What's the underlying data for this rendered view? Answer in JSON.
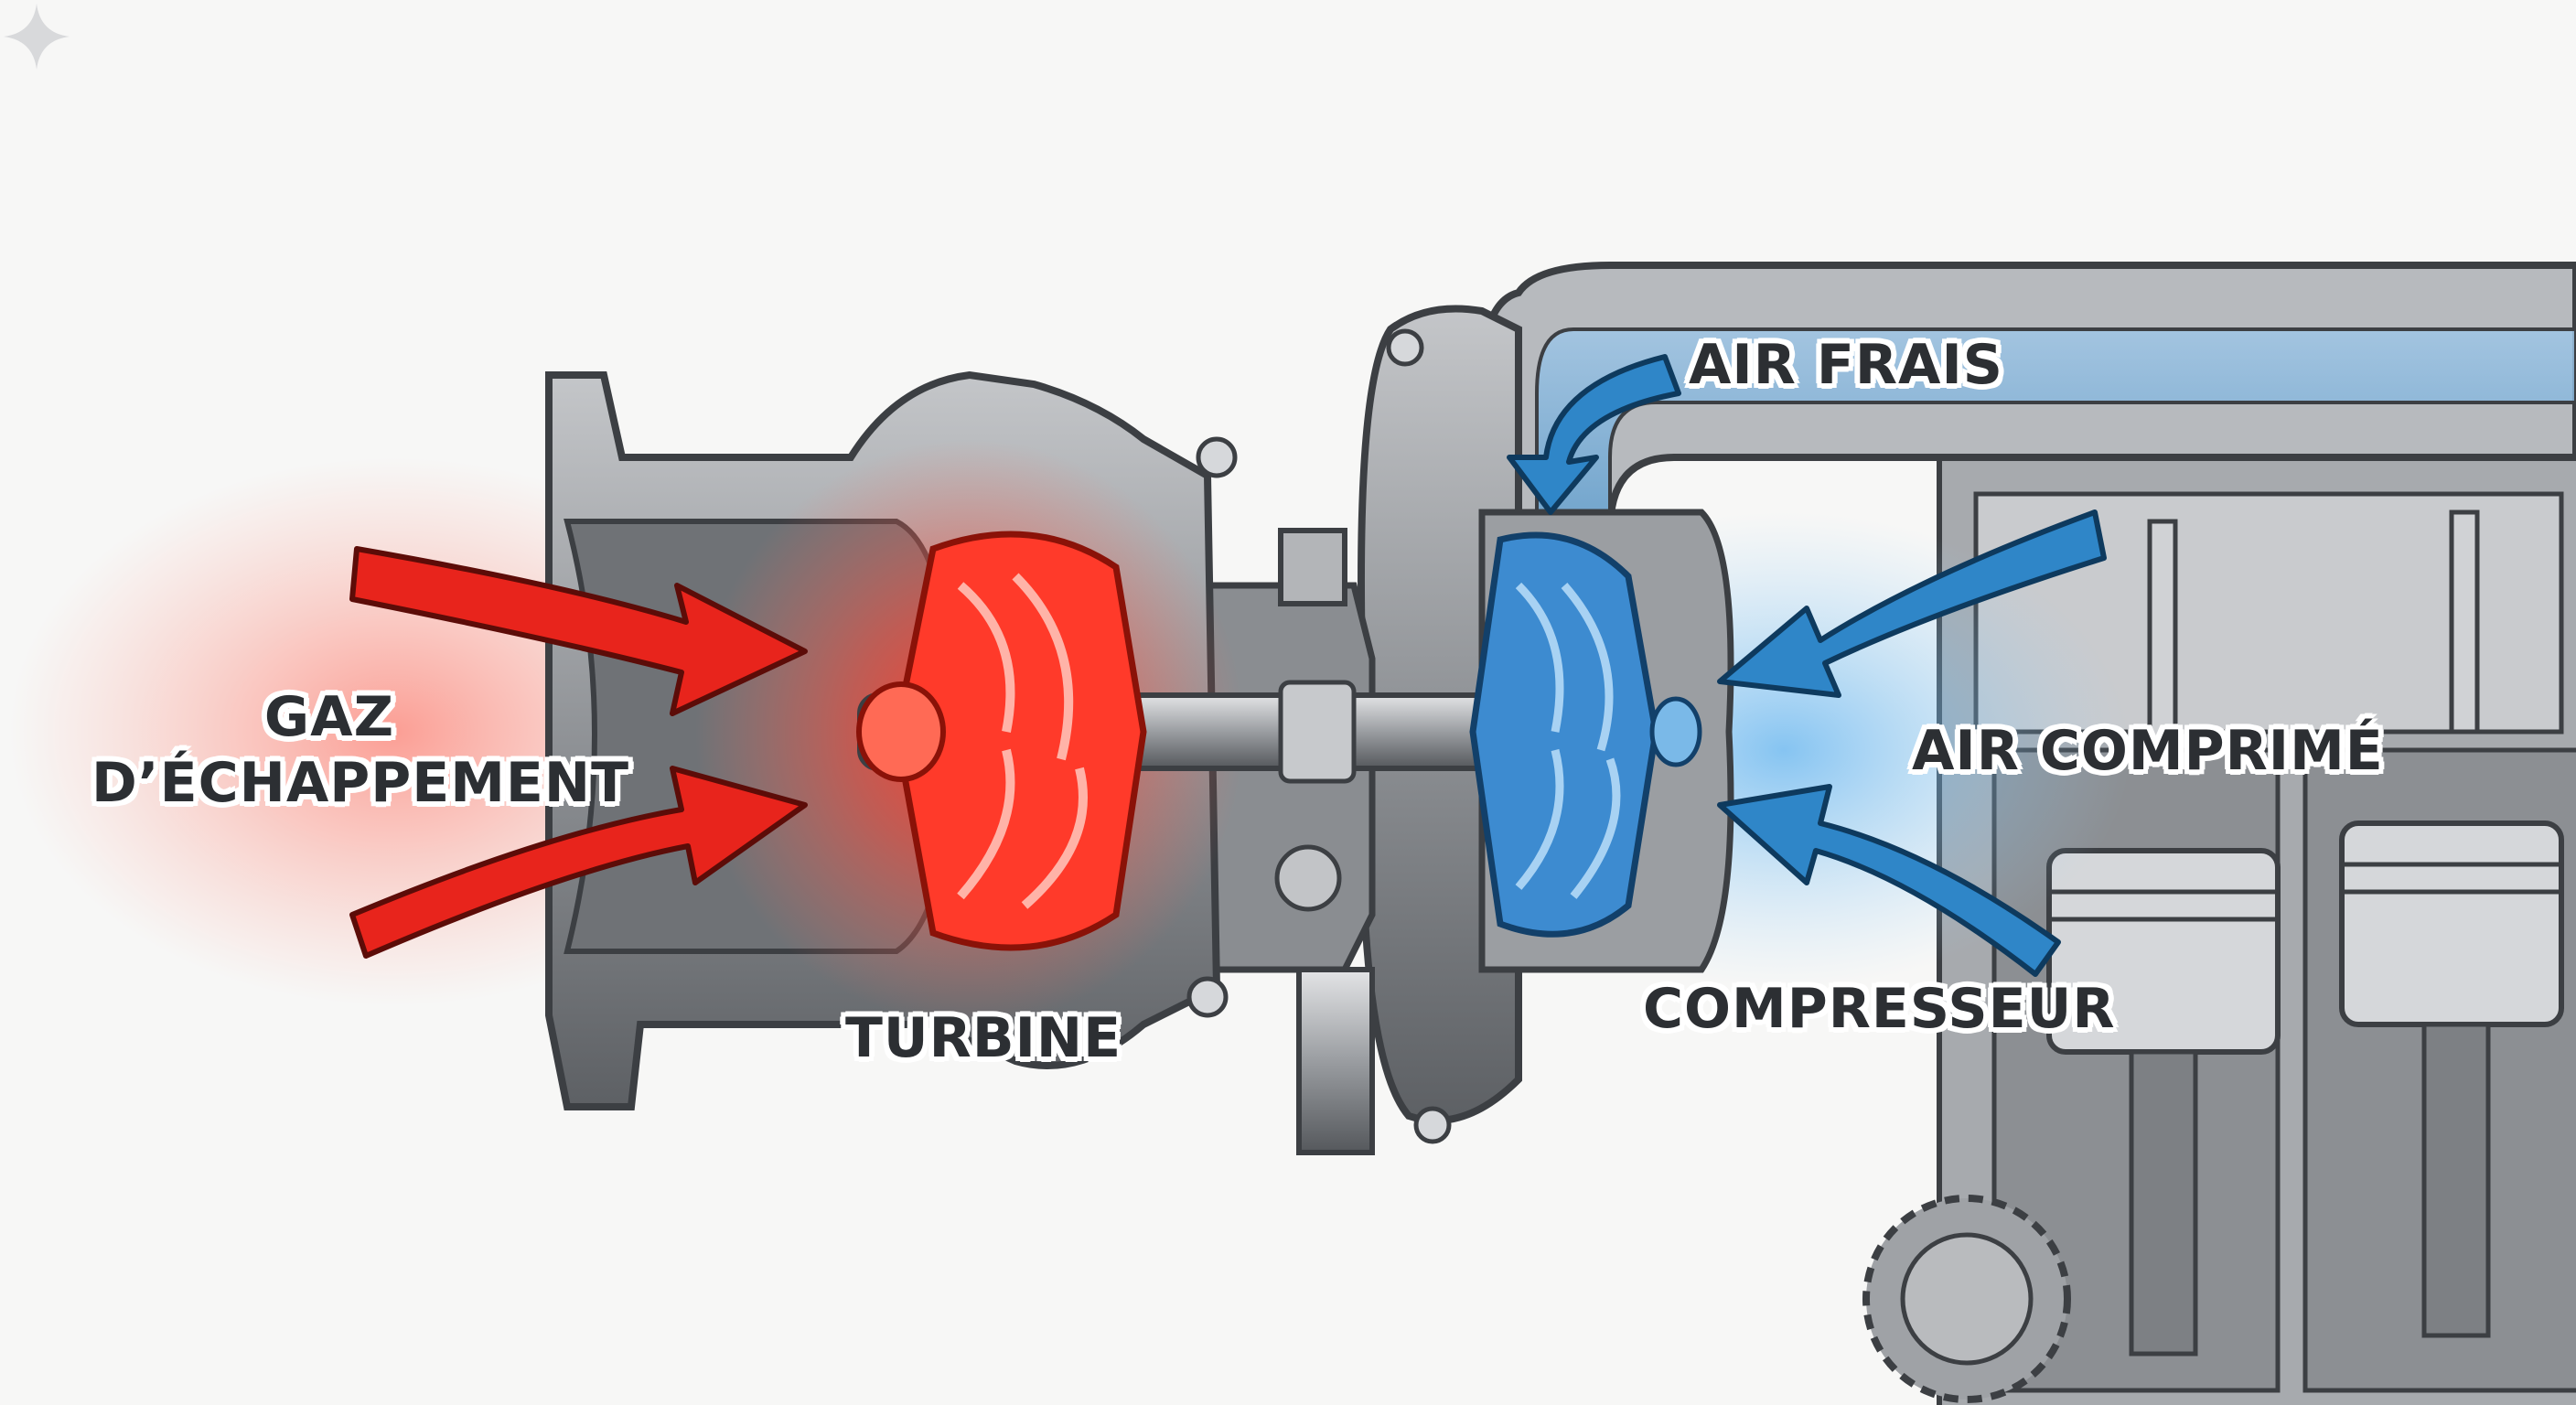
{
  "labels": {
    "gaz_line1": "GAZ",
    "gaz_line2": "D’ÉCHAPPEMENT",
    "turbine": "TURBINE",
    "air_frais": "AIR FRAIS",
    "air_comprime": "AIR COMPRIMÉ",
    "compresseur": "COMPRESSEUR"
  },
  "colors": {
    "exhaust": "#e8241c",
    "intake": "#2f86c8",
    "metal": "#8d9094",
    "background": "#f7f7f6"
  },
  "icons": {
    "watermark": "sparkle-icon"
  }
}
